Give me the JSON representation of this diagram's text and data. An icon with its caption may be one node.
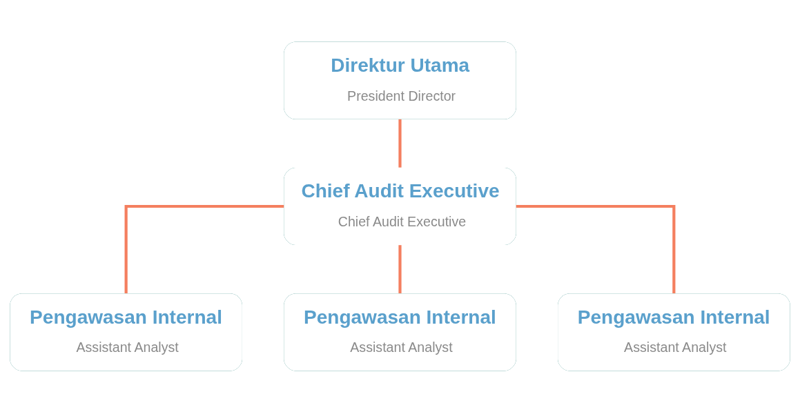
{
  "diagram": {
    "nodes": [
      {
        "text": [
          "Direktur Utama",
          "President Director"
        ]
      },
      {
        "text": [
          "Chief Audit Executive",
          "Chief Audit Executive"
        ]
      },
      {
        "text": [
          "Pengawasan Internal",
          "Assistant Analyst"
        ]
      },
      {
        "text": [
          "Pengawasan Internal",
          "Assistant Analyst"
        ]
      },
      {
        "text": [
          "Pengawasan Internal",
          "Assistant Analyst"
        ]
      }
    ],
    "edges": [
      {
        "from": 0,
        "to": 1,
        "arrow": "none"
      },
      {
        "from": 1,
        "to": 2,
        "arrow": "none"
      },
      {
        "from": 1,
        "to": 3,
        "arrow": "none"
      },
      {
        "from": 1,
        "to": 4,
        "arrow": "none"
      }
    ]
  }
}
